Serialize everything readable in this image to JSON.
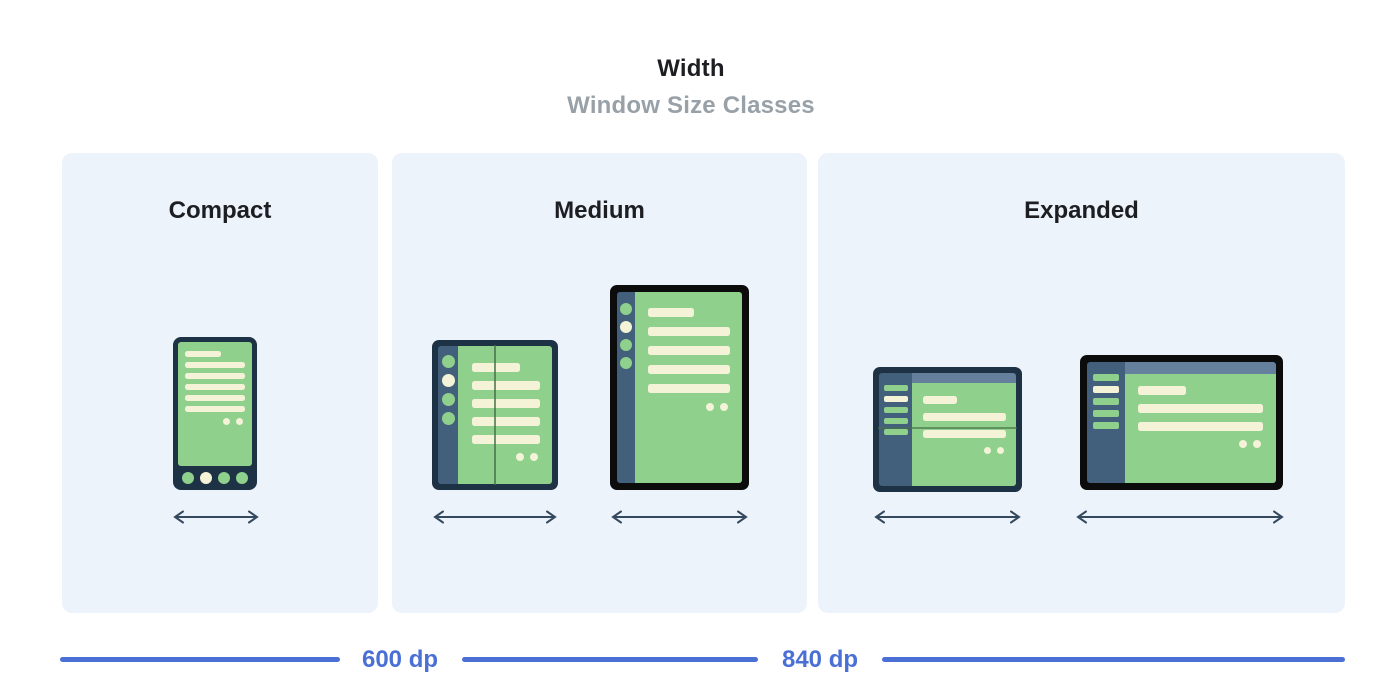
{
  "header": {
    "title": "Width",
    "subtitle": "Window Size Classes"
  },
  "panels": [
    {
      "label": "Compact",
      "devices": [
        {
          "type": "phone-portrait"
        }
      ]
    },
    {
      "label": "Medium",
      "devices": [
        {
          "type": "foldable-portrait"
        },
        {
          "type": "tablet-portrait"
        }
      ]
    },
    {
      "label": "Expanded",
      "devices": [
        {
          "type": "foldable-landscape"
        },
        {
          "type": "tablet-landscape"
        }
      ]
    }
  ],
  "scale": {
    "breakpoints": [
      "600 dp",
      "840 dp"
    ]
  },
  "colors": {
    "accent_blue": "#4a70d6",
    "panel_background": "#edf3fb",
    "title_color": "#1c1e21",
    "subtitle_gray": "#98a0a8",
    "device_frame_navy": "#1e3245",
    "device_frame_black": "#0c0c0c",
    "nav_rail_slate": "#42607b",
    "top_bar_blue": "#64809c",
    "screen_green": "#8fd08c",
    "content_cream": "#f4f2d7",
    "fold_crease_green": "#46704a",
    "arrow_slate": "#35495e"
  }
}
